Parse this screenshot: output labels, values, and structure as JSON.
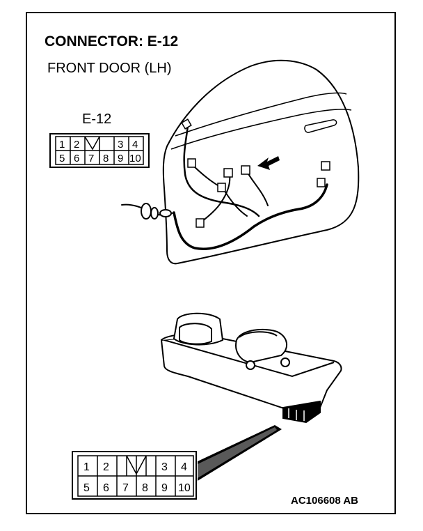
{
  "title": "CONNECTOR: E-12",
  "subtitle": "FRONT DOOR (LH)",
  "connector_label": "E-12",
  "connector_pins_top": [
    "1",
    "2",
    "3",
    "4"
  ],
  "connector_pins_bottom": [
    "5",
    "6",
    "7",
    "8",
    "9",
    "10"
  ],
  "reference_code": "AC106608 AB"
}
